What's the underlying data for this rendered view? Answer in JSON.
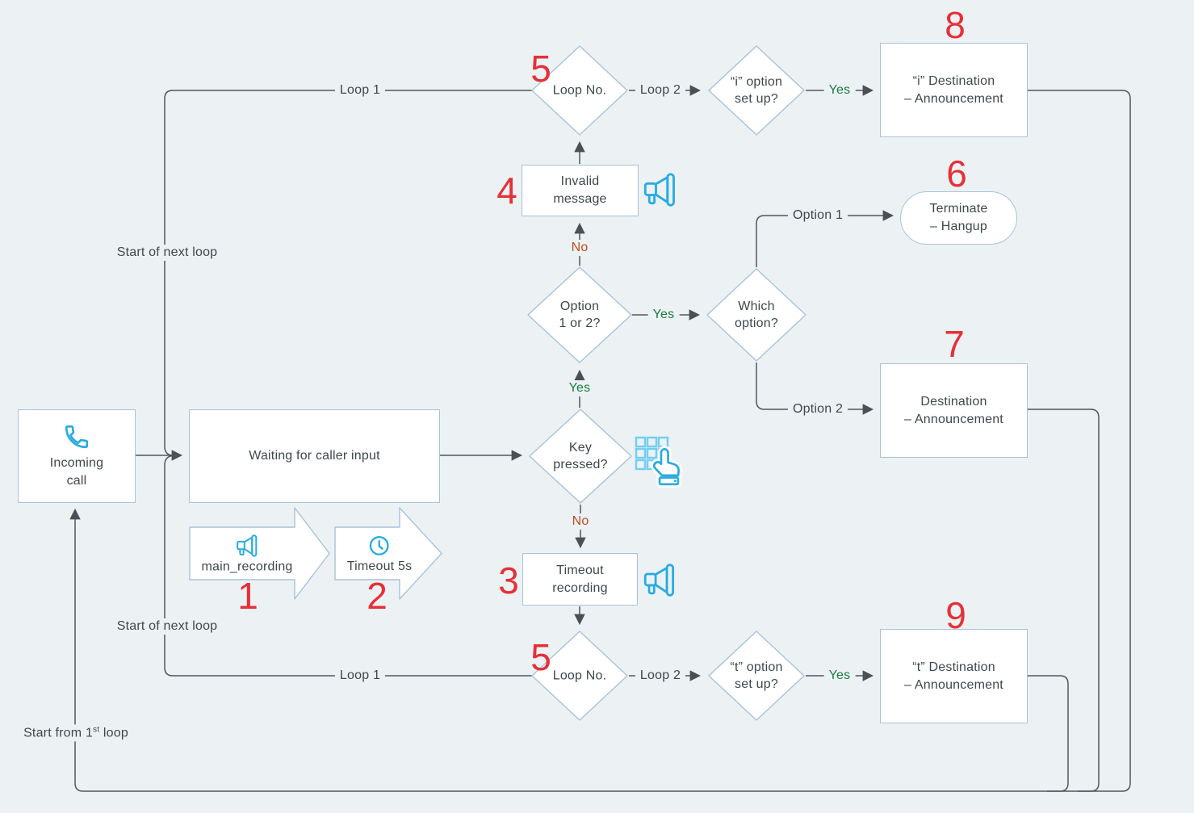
{
  "colors": {
    "background": "#ECF2F4",
    "node_fill": "#FFFFFF",
    "node_border": "#A9C2D8",
    "line": "#50565A",
    "text": "#3F474D",
    "number_red": "#E63038",
    "yes_green": "#1C7C3D",
    "no_orange": "#C14B22",
    "icon_blue": "#29ABE2",
    "keypad_light_blue": "#71CEF5"
  },
  "nodes": {
    "incoming_call": {
      "lines": [
        "Incoming",
        "call"
      ],
      "icon": "phone-icon"
    },
    "waiting": {
      "lines": [
        "Waiting for caller input"
      ]
    },
    "main_recording": {
      "number": "1",
      "lines": [
        "main_recording"
      ],
      "icon": "megaphone-icon"
    },
    "timeout_5s": {
      "number": "2",
      "lines": [
        "Timeout 5s"
      ],
      "icon": "clock-icon"
    },
    "key_pressed": {
      "lines": [
        "Key",
        "pressed?"
      ],
      "icon": "keypad-hand-icon"
    },
    "timeout_recording": {
      "number": "3",
      "lines": [
        "Timeout",
        "recording"
      ],
      "icon": "megaphone-icon"
    },
    "invalid_message": {
      "number": "4",
      "lines": [
        "Invalid",
        "message"
      ],
      "icon": "megaphone-icon"
    },
    "loop_no_top": {
      "number": "5",
      "label": "Loop No."
    },
    "loop_no_bottom": {
      "number": "5",
      "label": "Loop No."
    },
    "option_1_or_2": {
      "lines": [
        "Option",
        "1 or 2?"
      ]
    },
    "which_option": {
      "lines": [
        "Which",
        "option?"
      ]
    },
    "terminate": {
      "number": "6",
      "lines": [
        "Terminate",
        "– Hangup"
      ]
    },
    "destination": {
      "number": "7",
      "lines": [
        "Destination",
        "– Announcement"
      ]
    },
    "i_option": {
      "lines": [
        "“i” option",
        "set up?"
      ]
    },
    "i_destination": {
      "number": "8",
      "lines": [
        "“i” Destination",
        "– Announcement"
      ]
    },
    "t_option": {
      "lines": [
        "“t” option",
        "set up?"
      ]
    },
    "t_destination": {
      "number": "9",
      "lines": [
        "“t” Destination",
        "– Announcement"
      ]
    }
  },
  "edges": {
    "loop1": "Loop 1",
    "loop2": "Loop 2",
    "yes": "Yes",
    "no": "No",
    "option1": "Option 1",
    "option2": "Option 2",
    "start_next_loop": "Start of next loop",
    "start_first_loop": {
      "pre": "Start from 1",
      "sup": "st",
      "post": " loop"
    }
  }
}
